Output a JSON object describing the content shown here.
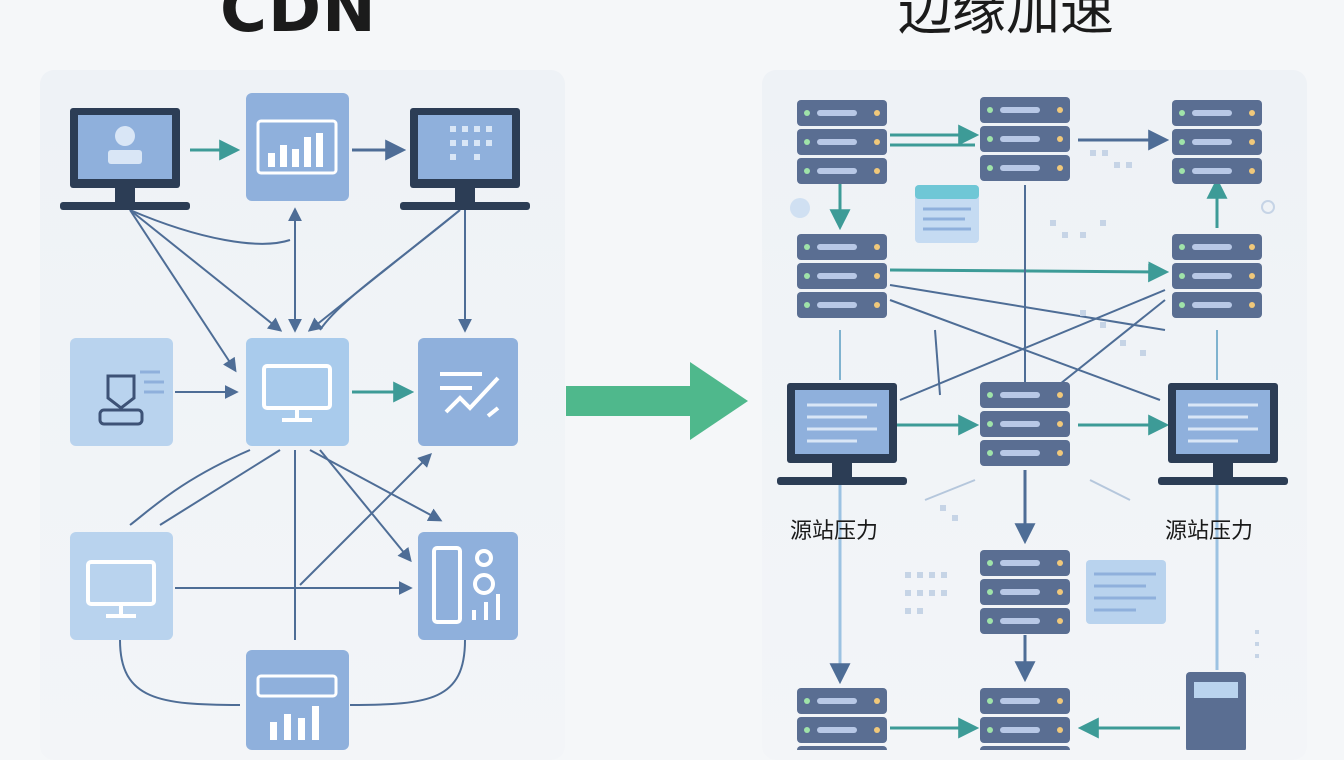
{
  "titles": {
    "left": "CDN",
    "right": "边缘加速"
  },
  "labels": {
    "origin_pressure_left": "源站压力",
    "origin_pressure_right": "源站压力"
  },
  "colors": {
    "arrow_blue": "#4e6d96",
    "arrow_teal": "#3d9b97",
    "big_arrow_green": "#4fb88c",
    "tile_light": "#b9d3ee",
    "tile_mid": "#8fb0dc",
    "server_body": "#5a6e92",
    "monitor_dark": "#2c3d55"
  },
  "icons": [
    "monitor-icon",
    "chart-icon",
    "user-profile-icon",
    "edit-icon",
    "dashboard-icon",
    "server-icon",
    "document-icon",
    "big-arrow-icon"
  ]
}
